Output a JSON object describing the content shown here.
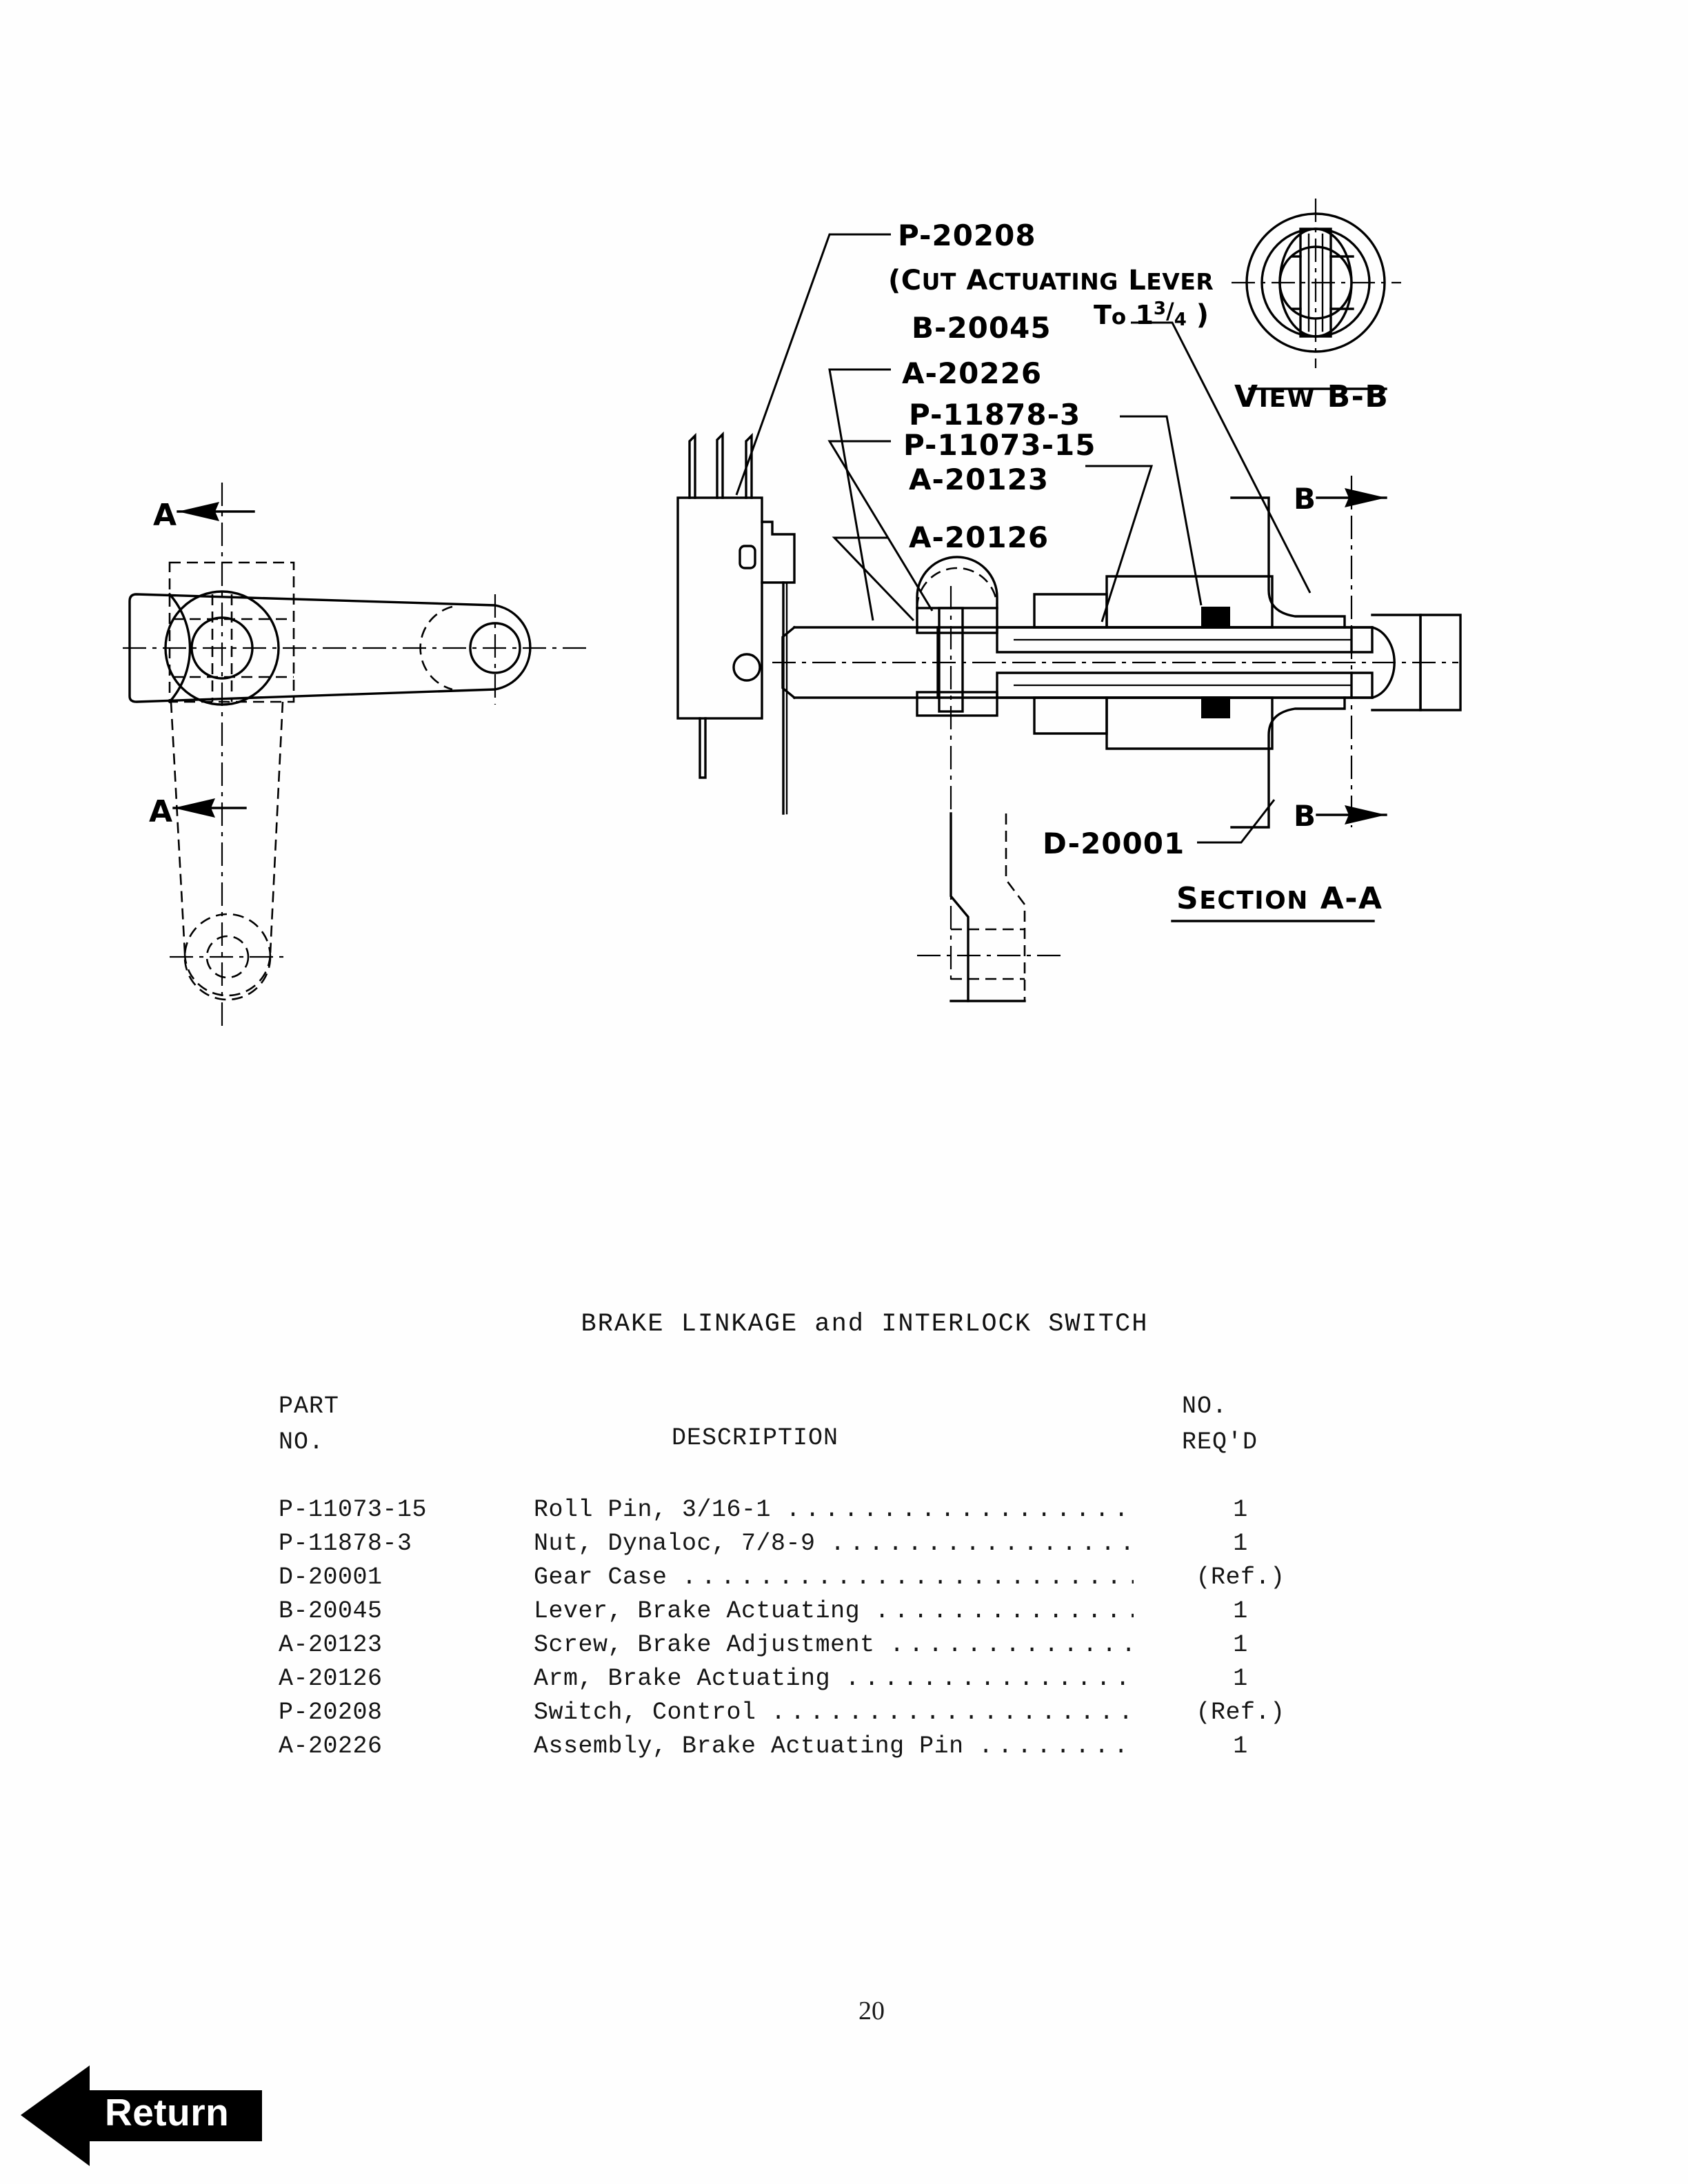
{
  "document": {
    "plate_title": "BRAKE LINKAGE and INTERLOCK SWITCH",
    "page_number": "20"
  },
  "drawing": {
    "callouts": [
      {
        "id": "p-20208",
        "text": "P-20208"
      },
      {
        "id": "cut-note-1",
        "text": "(Cut Actuating Lever"
      },
      {
        "id": "cut-note-2",
        "text": "To 1"
      },
      {
        "id": "cut-note-3",
        "text": "3"
      },
      {
        "id": "cut-note-4",
        "text": "4"
      },
      {
        "id": "cut-note-5",
        "text": ")"
      },
      {
        "id": "b-20045",
        "text": "B-20045"
      },
      {
        "id": "a-20226",
        "text": "A-20226"
      },
      {
        "id": "p-11878-3",
        "text": "P-11878-3"
      },
      {
        "id": "p-11073-15",
        "text": "P-11073-15"
      },
      {
        "id": "a-20123",
        "text": "A-20123"
      },
      {
        "id": "a-20126",
        "text": "A-20126"
      },
      {
        "id": "d-20001",
        "text": "D-20001"
      }
    ],
    "view_labels": {
      "view_bb": "View B-B",
      "section_aa": "Section A-A"
    },
    "section_marks": {
      "a_top": "A",
      "a_bottom": "A",
      "b_top": "B",
      "b_bottom": "B"
    }
  },
  "parts_table": {
    "headers": {
      "part_line1": "PART",
      "part_line2": "NO.",
      "description": "DESCRIPTION",
      "qty_line1": "NO.",
      "qty_line2": "REQ'D"
    },
    "rows": [
      {
        "part_no": "P-11073-15",
        "description": "Roll Pin, 3/16-1",
        "dots": "........................",
        "qty": "1"
      },
      {
        "part_no": "P-11878-3",
        "description": "Nut, Dynaloc, 7/8-9",
        "dots": ".....................",
        "qty": "1"
      },
      {
        "part_no": "D-20001",
        "description": "Gear Case",
        "dots": "..............................",
        "qty": "(Ref.)"
      },
      {
        "part_no": "B-20045",
        "description": "Lever, Brake Actuating",
        "dots": "................",
        "qty": "1"
      },
      {
        "part_no": "A-20123",
        "description": "Screw, Brake Adjustment",
        "dots": "...............",
        "qty": "1"
      },
      {
        "part_no": "A-20126",
        "description": "Arm, Brake Actuating",
        "dots": ".................. ",
        "qty": "1"
      },
      {
        "part_no": "P-20208",
        "description": "Switch, Control",
        "dots": ".......................",
        "qty": "(Ref.)"
      },
      {
        "part_no": "A-20226",
        "description": "Assembly, Brake Actuating Pin",
        "dots": ".........",
        "qty": "1"
      }
    ]
  },
  "navigation": {
    "return_label": "Return"
  },
  "colors": {
    "ink": "#000000",
    "paper": "#ffffff",
    "button_fill": "#000000",
    "button_text": "#ffffff"
  }
}
